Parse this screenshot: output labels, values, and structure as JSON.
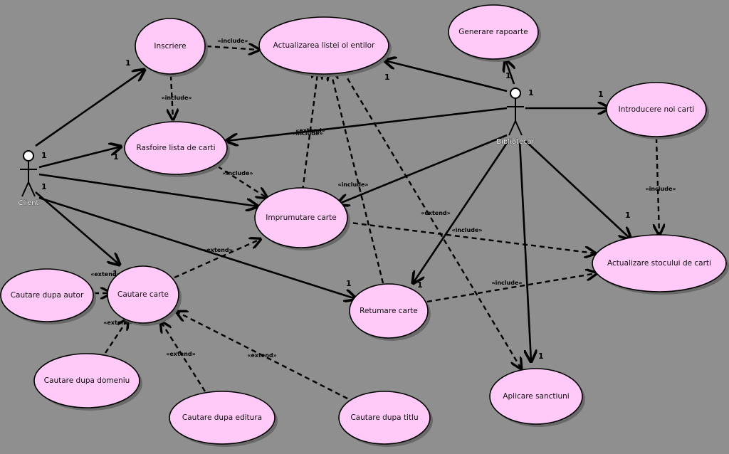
{
  "actors": {
    "client": "Client",
    "librarian": "Bibliotecar"
  },
  "use_cases": {
    "inscriere": "Inscriere",
    "actualizare_clienti": "Actualizarea listei ol entilor",
    "generare_rapoarte": "Generare rapoarte",
    "rasfoire": "Rasfoire lista de carti",
    "introducere": "Introducere noi carti",
    "imprumutare": "Imprumutare carte",
    "actualizare_stoc": "Actualizare stocului de carti",
    "cautare_carte": "Cautare carte",
    "cautare_autor": "Cautare dupa autor",
    "returnare": "Retumare carte",
    "cautare_domeniu": "Cautare dupa domeniu",
    "cautare_editura": "Cautare dupa editura",
    "cautare_titlu": "Cautare dupa titlu",
    "sanctiuni": "Aplicare sanctiuni"
  },
  "stereotypes": {
    "include": "«include»",
    "extend": "«extend»"
  },
  "multiplicity": {
    "one": "1"
  }
}
